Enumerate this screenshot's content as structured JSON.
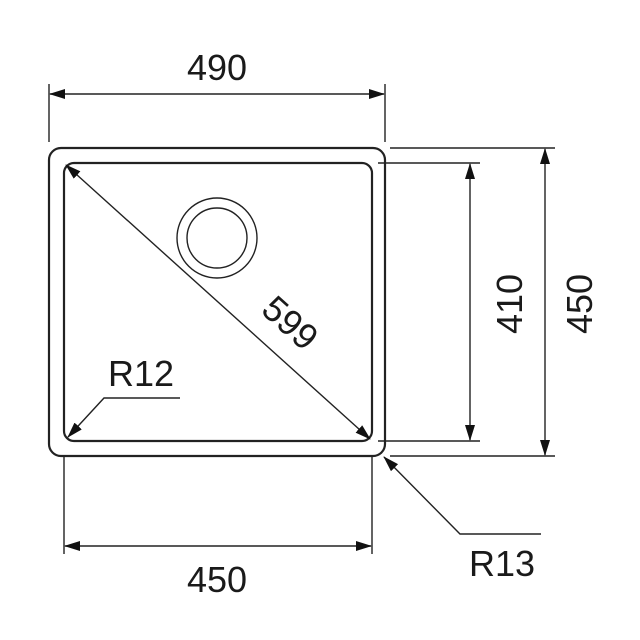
{
  "drawing": {
    "type": "sink-technical-drawing",
    "units": "mm",
    "line_color": "#222222",
    "background": "#ffffff",
    "dimensions": {
      "overall_width": "490",
      "overall_depth": "450",
      "bowl_width": "450",
      "bowl_depth": "410",
      "bowl_diagonal": "599",
      "inner_corner_radius": "R12",
      "outer_corner_radius": "R13"
    },
    "features": {
      "drain": "circular-drain-outlet"
    }
  }
}
